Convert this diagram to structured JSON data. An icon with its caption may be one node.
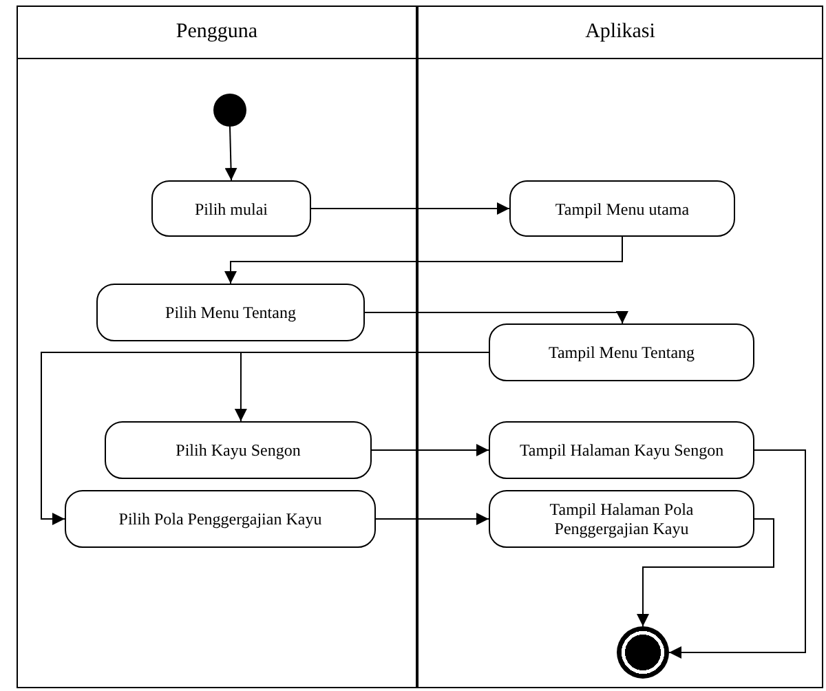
{
  "diagram": {
    "nodes": [
      {
        "text": [
          "Pengguna"
        ]
      },
      {
        "text": [
          "Aplikasi"
        ]
      },
      {
        "text": [],
        "shape": "circle",
        "in": 0
      },
      {
        "text": [
          "Pilih mulai"
        ],
        "in": 0
      },
      {
        "text": [
          "Tampil Menu utama"
        ],
        "in": 1
      },
      {
        "text": [
          "Pilih Menu Tentang"
        ],
        "in": 0
      },
      {
        "text": [
          "Tampil Menu Tentang"
        ],
        "in": 1
      },
      {
        "text": [
          "Pilih Kayu Sengon"
        ],
        "in": 0
      },
      {
        "text": [
          "Tampil Halaman Kayu Sengon"
        ],
        "in": 1
      },
      {
        "text": [
          "Pilih Pola Penggergajian Kayu"
        ],
        "in": 0
      },
      {
        "text": [
          "Tampil Halaman Pola Penggergajian Kayu"
        ],
        "in": 1
      },
      {
        "text": [],
        "shape": "bullseye",
        "in": 1
      }
    ],
    "edges": [
      {
        "from": 2,
        "to": 3,
        "arrow": "to"
      },
      {
        "from": 3,
        "to": 4,
        "arrow": "to"
      },
      {
        "from": 4,
        "to": 5,
        "arrow": "to"
      },
      {
        "from": 5,
        "to": 6,
        "arrow": "to"
      },
      {
        "from": 6,
        "to": 7,
        "arrow": "to"
      },
      {
        "from": 6,
        "to": 9,
        "arrow": "to"
      },
      {
        "from": 7,
        "to": 8,
        "arrow": "to"
      },
      {
        "from": 9,
        "to": 10,
        "arrow": "to"
      },
      {
        "from": 8,
        "to": 11,
        "arrow": "to"
      },
      {
        "from": 10,
        "to": 11,
        "arrow": "to"
      }
    ]
  }
}
